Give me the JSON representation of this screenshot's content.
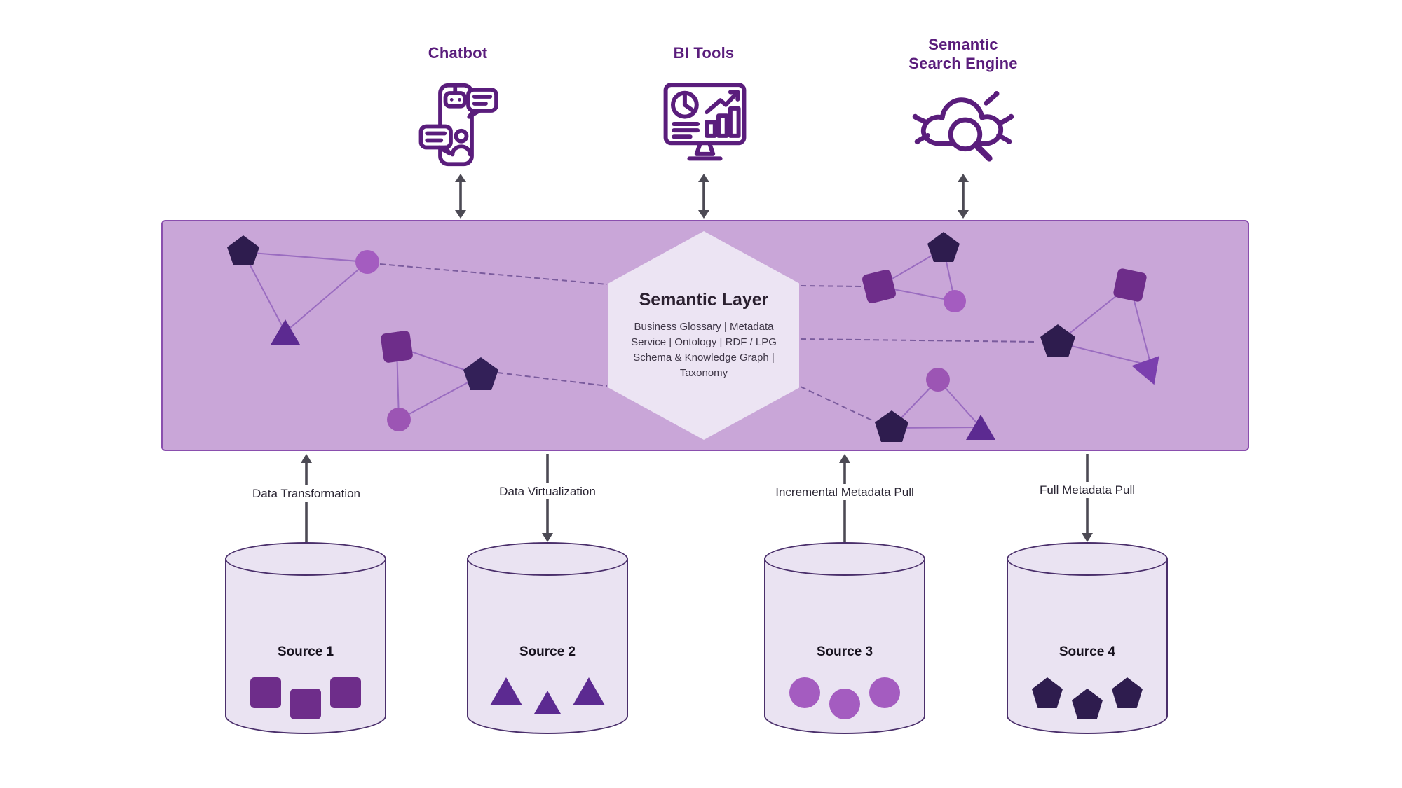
{
  "consumers": [
    {
      "label": "Chatbot",
      "icon": "chatbot-icon"
    },
    {
      "label": "BI Tools",
      "icon": "bi-tools-icon"
    },
    {
      "label": "Semantic Search Engine",
      "icon": "semantic-search-engine-icon"
    }
  ],
  "semantic_layer": {
    "title": "Semantic Layer",
    "description": "Business Glossary | Metadata Service | Ontology | RDF / LPG Schema & Knowledge Graph | Taxonomy"
  },
  "connections": [
    {
      "label": "Data Transformation",
      "direction": "up"
    },
    {
      "label": "Data Virtualization",
      "direction": "down"
    },
    {
      "label": "Incremental Metadata Pull",
      "direction": "up"
    },
    {
      "label": "Full Metadata Pull",
      "direction": "down"
    }
  ],
  "sources": [
    {
      "label": "Source 1",
      "shape": "square"
    },
    {
      "label": "Source 2",
      "shape": "triangle"
    },
    {
      "label": "Source 3",
      "shape": "circle"
    },
    {
      "label": "Source 4",
      "shape": "pentagon"
    }
  ],
  "colors": {
    "accent": "#5a1d7c",
    "band-fill": "#c9a6d8",
    "band-border": "#8a4fae",
    "hex-fill": "#ece4f3",
    "title-text": "#2b2030",
    "body-text": "#3f3747",
    "label-text": "#2a2533",
    "arrow": "#4c4a54",
    "cylinder-fill": "#eae3f2",
    "cylinder-border": "#4a2f6b",
    "shape-dark": "#2e1c4e",
    "shape-purple": "#5c2a91",
    "shape-plum": "#6e2d8a",
    "shape-orchid": "#a45cc0",
    "edge-line": "#9a6cc0",
    "dashed-line": "#7a5b9d"
  }
}
